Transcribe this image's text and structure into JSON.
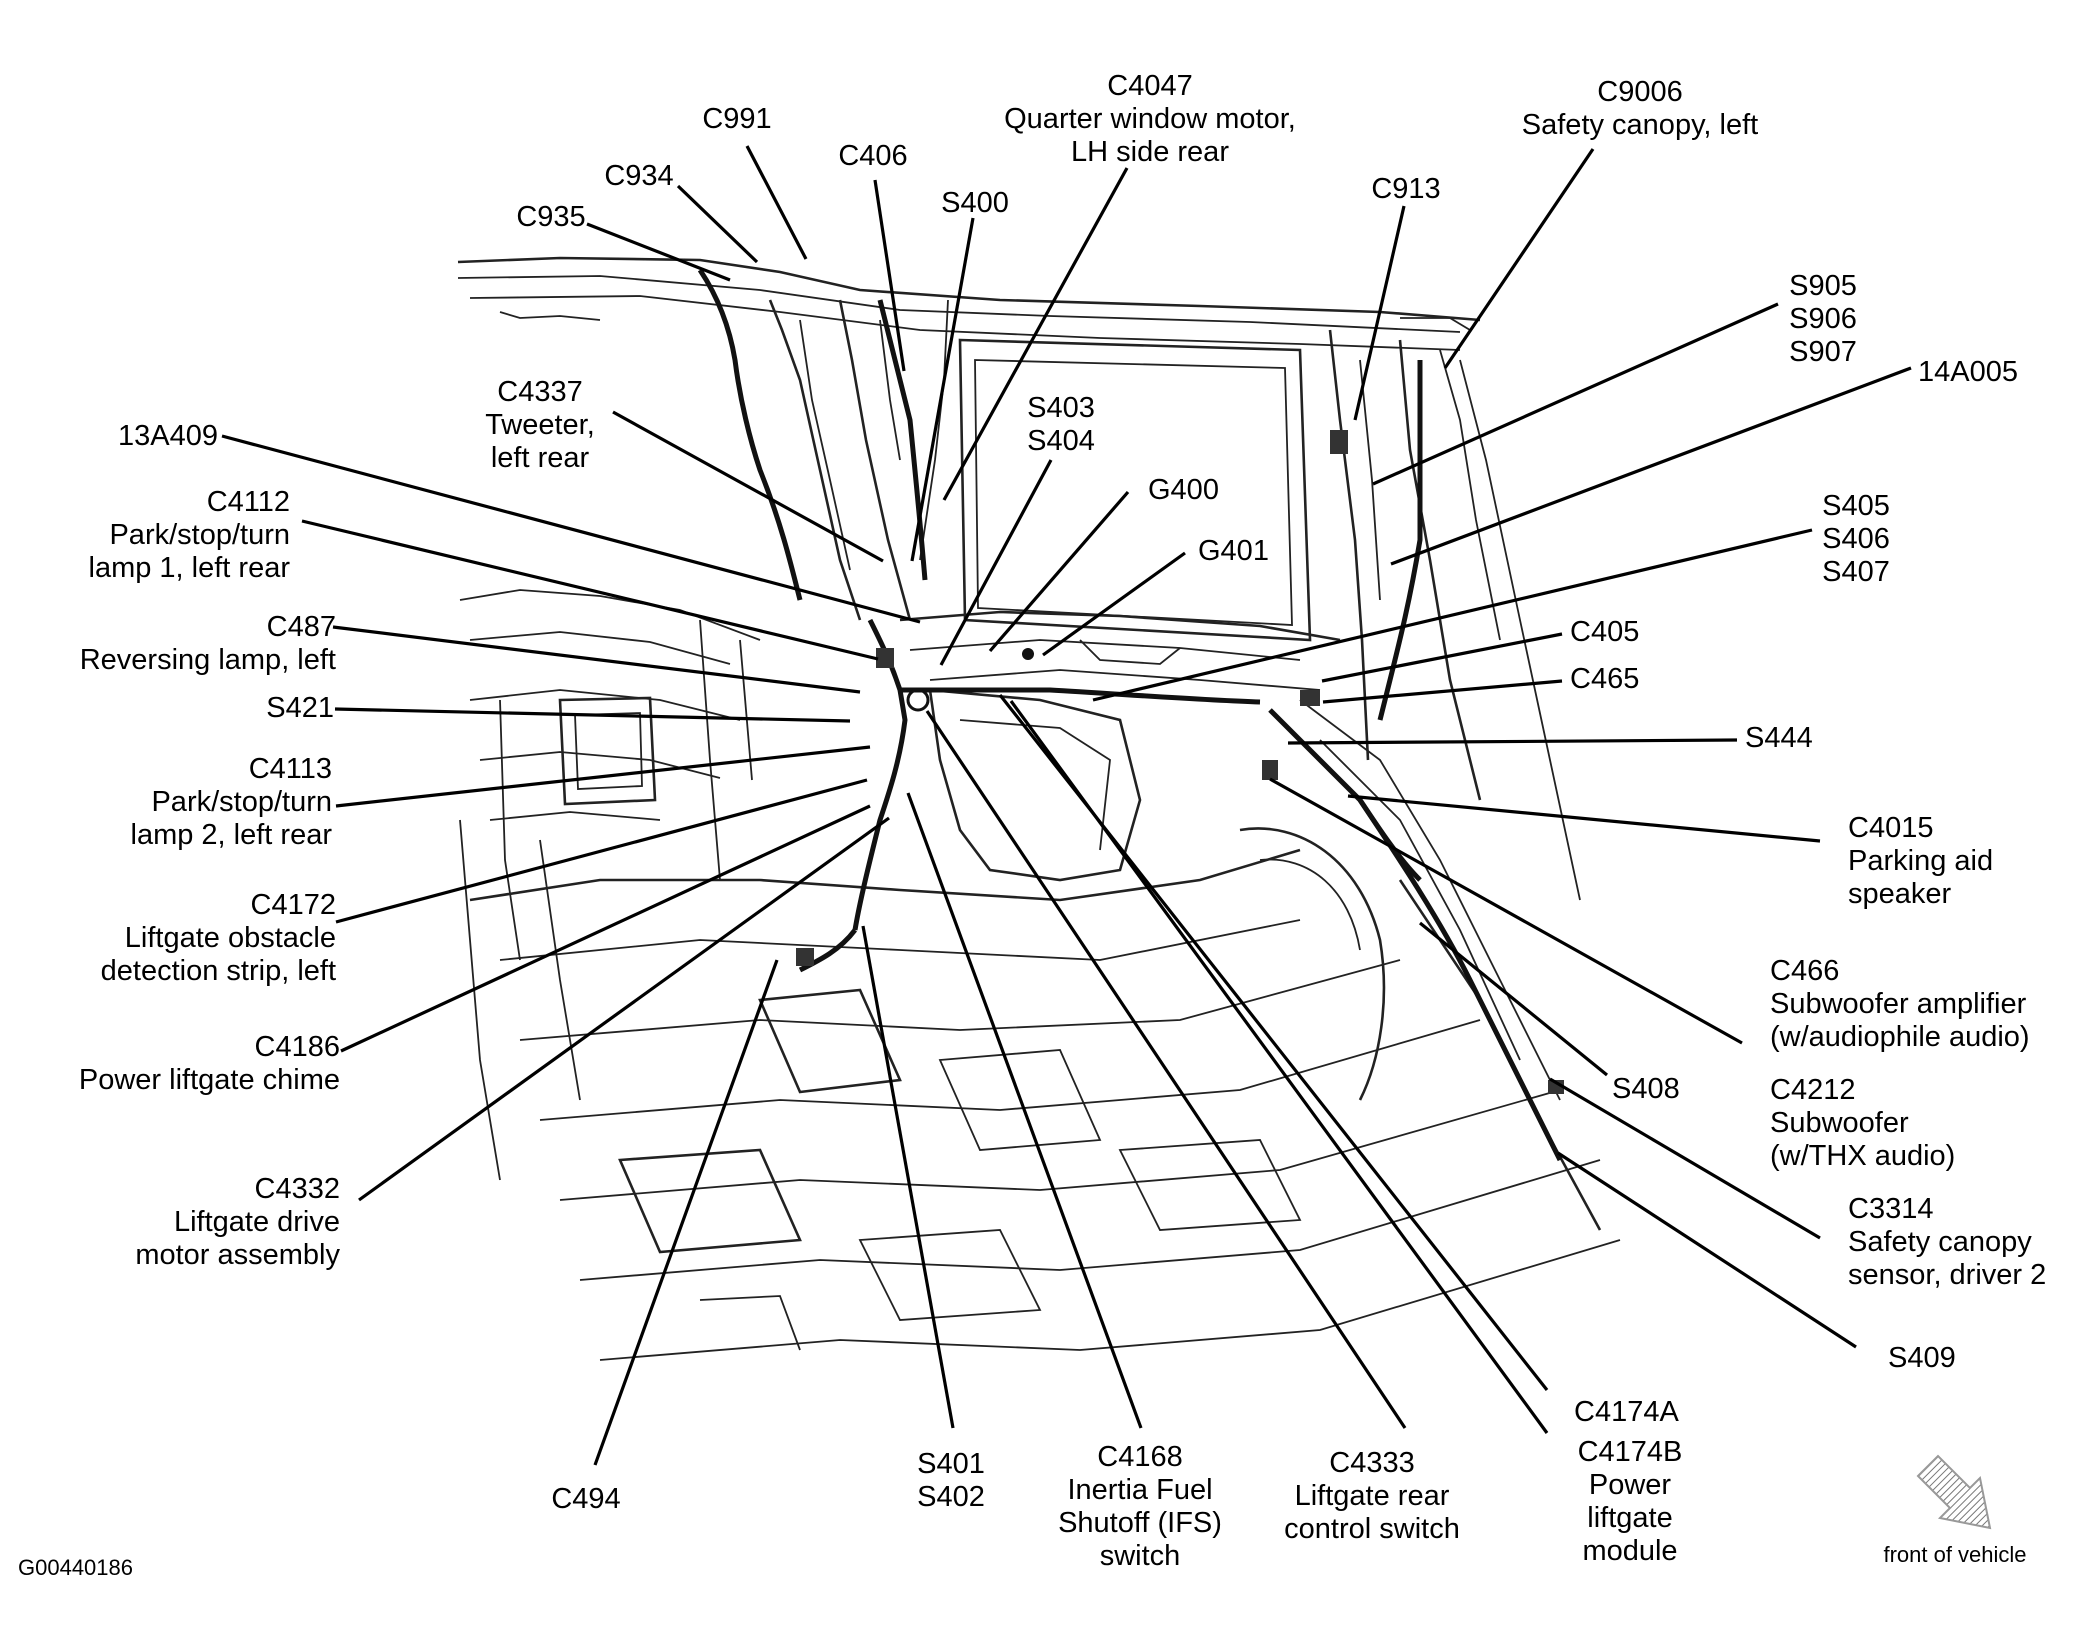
{
  "figure_id": "G00440186",
  "orientation_arrow": {
    "label": "front of vehicle",
    "icon": "hatched-arrow-icon"
  },
  "callouts": {
    "c991": [
      "C991"
    ],
    "c934": [
      "C934"
    ],
    "c935": [
      "C935"
    ],
    "c406": [
      "C406"
    ],
    "s400": [
      "S400"
    ],
    "c4047": [
      "C4047",
      "Quarter window motor,",
      "LH side rear"
    ],
    "c9006": [
      "C9006",
      "Safety canopy, left"
    ],
    "c913": [
      "C913"
    ],
    "s905": [
      "S905",
      "S906",
      "S907"
    ],
    "a14005": [
      "14A005"
    ],
    "c4337": [
      "C4337",
      "Tweeter,",
      "left rear"
    ],
    "a13409": [
      "13A409"
    ],
    "s403": [
      "S403",
      "S404"
    ],
    "g400": [
      "G400"
    ],
    "g401": [
      "G401"
    ],
    "c4112": [
      "C4112",
      "Park/stop/turn",
      "lamp 1, left rear"
    ],
    "s405": [
      "S405",
      "S406",
      "S407"
    ],
    "c487": [
      "C487",
      "Reversing lamp, left"
    ],
    "c405": [
      "C405"
    ],
    "c465": [
      "C465"
    ],
    "s421": [
      "S421"
    ],
    "s444": [
      "S444"
    ],
    "c4113": [
      "C4113",
      "Park/stop/turn",
      "lamp 2, left rear"
    ],
    "c4015": [
      "C4015",
      "Parking aid",
      "speaker"
    ],
    "c4172": [
      "C4172",
      "Liftgate obstacle",
      "detection strip, left"
    ],
    "c466": [
      "C466",
      "Subwoofer amplifier",
      "(w/audiophile audio)"
    ],
    "c4186": [
      "C4186",
      "Power liftgate chime"
    ],
    "s408": [
      "S408"
    ],
    "c4212": [
      "C4212",
      "Subwoofer",
      "(w/THX audio)"
    ],
    "c4332": [
      "C4332",
      "Liftgate drive",
      "motor assembly"
    ],
    "c3314": [
      "C3314",
      "Safety canopy",
      "sensor, driver 2"
    ],
    "s409": [
      "S409"
    ],
    "c4174a": [
      "C4174A"
    ],
    "c494": [
      "C494"
    ],
    "s401": [
      "S401",
      "S402"
    ],
    "c4168": [
      "C4168",
      "Inertia Fuel",
      "Shutoff (IFS)",
      "switch"
    ],
    "c4333": [
      "C4333",
      "Liftgate rear",
      "control switch"
    ],
    "c4174b": [
      "C4174B",
      "Power",
      "liftgate",
      "module"
    ]
  }
}
